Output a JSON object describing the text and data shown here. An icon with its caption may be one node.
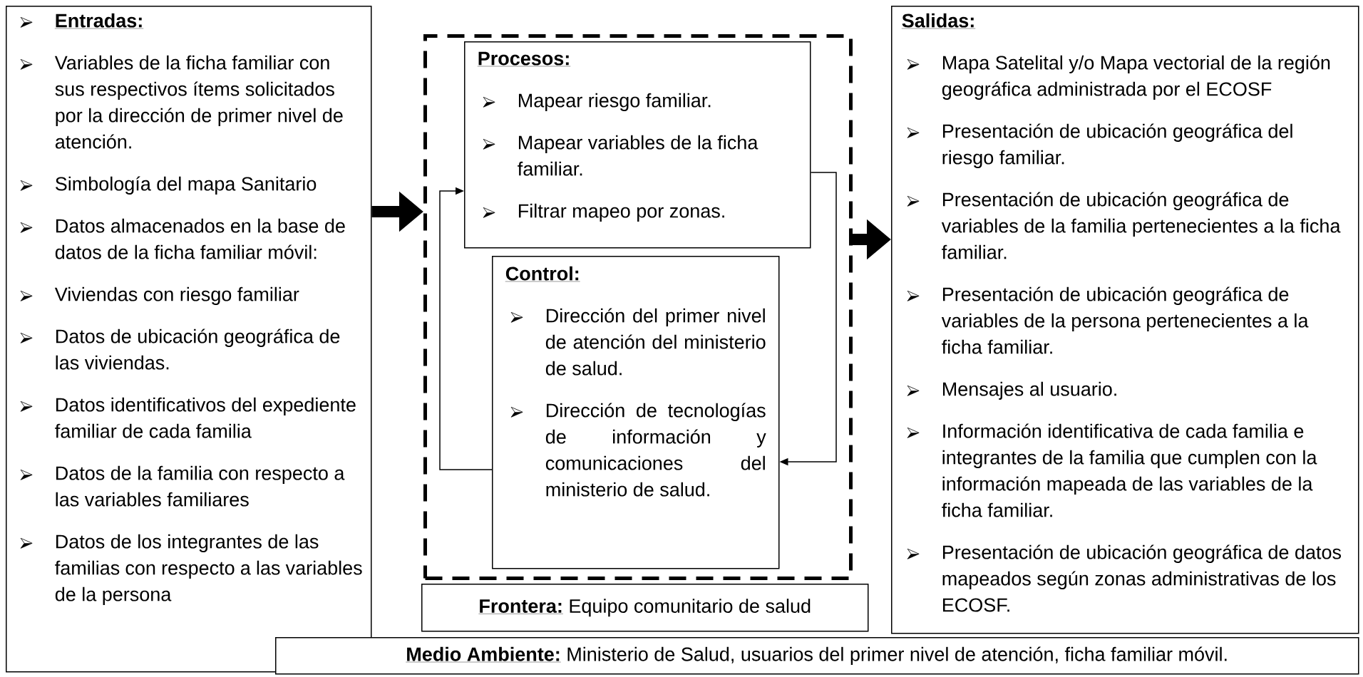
{
  "diagram": {
    "nodes": [
      {
        "text": [
          "Entradas:",
          "Variables de la ficha familiar  con sus respectivos ítems solicitados por la dirección de primer nivel de atención.",
          "Simbología del mapa Sanitario",
          "Datos almacenados en la base de datos de la ficha familiar móvil:",
          "Viviendas con riesgo familiar",
          "Datos de ubicación geográfica de las viviendas.",
          "Datos identificativos del expediente  familiar de cada familia",
          "Datos de la familia con respecto a las variables familiares",
          "Datos de los integrantes de las familias con respecto a las variables de la persona"
        ]
      },
      {
        "text": [],
        "shape": "box"
      },
      {
        "text": [
          "Procesos:",
          "Mapear riesgo familiar.",
          "Mapear variables de la ficha familiar.",
          "Filtrar mapeo por zonas."
        ],
        "in": 1
      },
      {
        "text": [
          "Control:",
          "Dirección del primer nivel de atención del ministerio de salud.",
          "Dirección de tecnologías de información y comunicaciones del ministerio de salud."
        ],
        "in": 1
      },
      {
        "text": [
          "Salidas:",
          "Mapa Satelital y/o Mapa vectorial de la región geográfica administrada por el ECOSF",
          "Presentación  de ubicación geográfica del riesgo familiar.",
          "Presentación  de ubicación geográfica de variables de la familia pertenecientes a la  ficha familiar.",
          "Presentación de ubicación geográfica de variables de la persona pertenecientes a la ficha familiar.",
          "Mensajes al usuario.",
          "Información identificativa de cada familia e integrantes de la familia que cumplen con la información mapeada de las variables de la ficha familiar.",
          "Presentación de ubicación geográfica de datos mapeados según zonas administrativas de los ECOSF."
        ]
      },
      {
        "text": [
          "Frontera:",
          "Equipo comunitario de salud"
        ]
      },
      {
        "text": [
          "Medio Ambiente:",
          "Ministerio de Salud, usuarios del primer nivel de atención, ficha familiar móvil."
        ]
      }
    ],
    "edges": [
      {
        "from": 0,
        "to": 1,
        "arrow": "to",
        "style": "thick"
      },
      {
        "from": 1,
        "to": 4,
        "arrow": "to",
        "style": "thick"
      },
      {
        "from": 3,
        "to": 2,
        "arrow": "to"
      },
      {
        "from": 2,
        "to": 3,
        "arrow": "to"
      }
    ]
  }
}
